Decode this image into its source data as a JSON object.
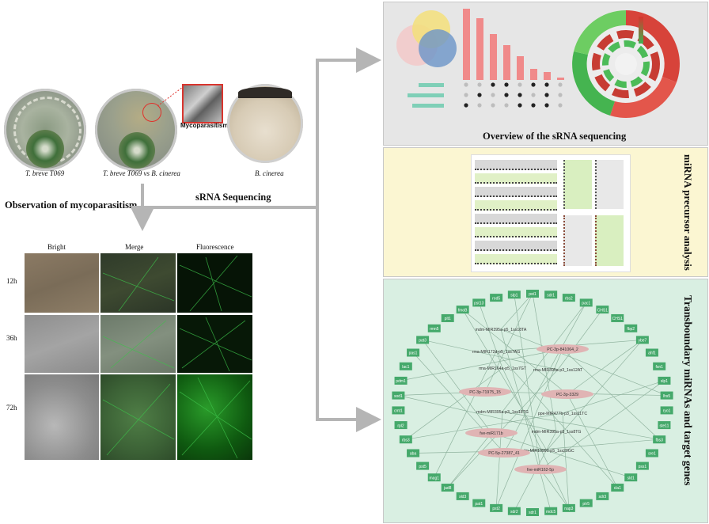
{
  "plates": [
    {
      "label": "T. breve T069"
    },
    {
      "label": "T. breve T069 vs B. cinerea"
    },
    {
      "label": "B. cinerea"
    }
  ],
  "inset_label": "Mycoparasitism",
  "observation_title": "Observation of mycoparasitism",
  "srna_label": "sRNA Sequencing",
  "microscopy": {
    "columns": [
      "Bright",
      "Merge",
      "Fluorescence"
    ],
    "rows": [
      "12h",
      "36h",
      "72h"
    ]
  },
  "overview_title": "Overview of the sRNA sequencing",
  "precursor_title": "miRNA precursor analysis",
  "network_title": "Transboundary miRNAs and target genes",
  "network": {
    "mirnas": [
      "mdm-MIR395a-p5_1ss18TA",
      "rma-MIR172d-p5_1ss7AG",
      "PC-3p-841064_2",
      "rma-MIR164a-p5_1ss7GT",
      "rma-MIR395a-p3_1ss12AT",
      "PC-3p-71975_15",
      "PC-3p-3329",
      "mdm-MIR395a-p3_1ss18TG",
      "ppe-MIR477b-p3_1ss11TC",
      "fve-miR171b",
      "mdm-MIR395a-p5_1ss8TG",
      "mdm-MIR10990-p5_1ss20GC",
      "PC-5p-27387_41",
      "fve-miR162-5p"
    ],
    "genes": [
      "pst1",
      "sdr1",
      "rbs2",
      "pac1",
      "CHS1",
      "CHS1",
      "fbp2",
      "ybe7",
      "ahf1",
      "fsn1",
      "slp1",
      "lhs5",
      "ryo1",
      "ste11",
      "fbs3",
      "sre1",
      "pss1",
      "sld1",
      "cla1",
      "sdr3",
      "ptr5",
      "nap3",
      "mdc5",
      "sdr1",
      "sdr2",
      "pst2",
      "pat1",
      "sld3",
      "jad8",
      "mag1",
      "pst5",
      "aba",
      "rbs3",
      "rpl2",
      "cmt1",
      "sod1",
      "pdm1",
      "lac1",
      "pas1",
      "pat3",
      "rmn5",
      "plt1",
      "fmoB",
      "pst13",
      "rod5",
      "slp1"
    ]
  },
  "colors": {
    "arrow": "#b5b5b5",
    "overview_bg": "#e6e6e6",
    "precursor_bg": "#fbf6d2",
    "network_bg": "#d9efe2",
    "gene_node": "#45a96b",
    "mirna_node": "#e0b4b4",
    "bar": "#f08a8a",
    "teal": "#7fcfb7"
  }
}
